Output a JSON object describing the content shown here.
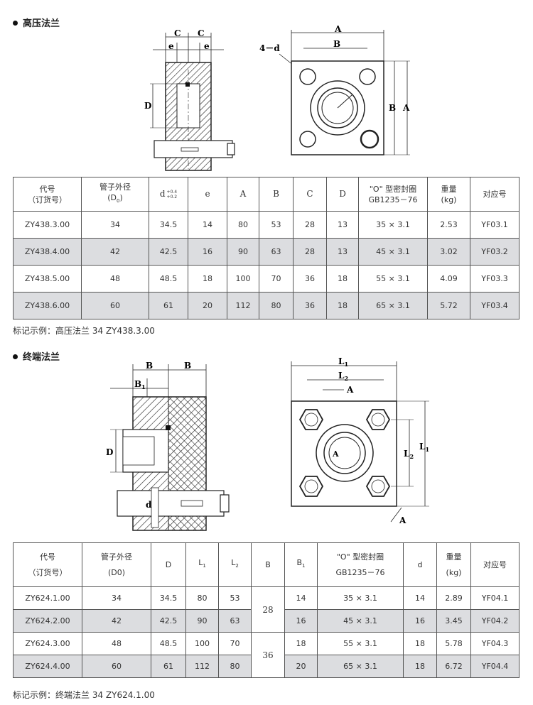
{
  "section1": {
    "title": "高压法兰",
    "drawing_labels": {
      "C": "C",
      "e": "e",
      "D": "D",
      "A": "A",
      "B": "B",
      "holes": "4－d"
    },
    "table": {
      "headers": {
        "code": "代号",
        "code_sub": "（订货号）",
        "tube": "管子外径",
        "tube_sub": "(D",
        "tube_sub_idx": "0",
        "tube_sub_end": ")",
        "d": "d",
        "d_tol_upper": "+0.4",
        "d_tol_lower": "+0.2",
        "e": "e",
        "A": "A",
        "B": "B",
        "C": "C",
        "D": "D",
        "oring": "\"O\" 型密封圈",
        "oring_sub": "GB1235－76",
        "weight": "重量",
        "weight_unit": "(kg)",
        "corr": "对应号"
      },
      "rows": [
        {
          "code": "ZY438.3.00",
          "tube": "34",
          "d": "34.5",
          "e": "14",
          "A": "80",
          "B": "53",
          "C": "28",
          "D": "13",
          "oring": "35 × 3.1",
          "weight": "2.53",
          "corr": "YF03.1"
        },
        {
          "code": "ZY438.4.00",
          "tube": "42",
          "d": "42.5",
          "e": "16",
          "A": "90",
          "B": "63",
          "C": "28",
          "D": "13",
          "oring": "45 × 3.1",
          "weight": "3.02",
          "corr": "YF03.2"
        },
        {
          "code": "ZY438.5.00",
          "tube": "48",
          "d": "48.5",
          "e": "18",
          "A": "100",
          "B": "70",
          "C": "36",
          "D": "18",
          "oring": "55 × 3.1",
          "weight": "4.09",
          "corr": "YF03.3"
        },
        {
          "code": "ZY438.6.00",
          "tube": "60",
          "d": "61",
          "e": "20",
          "A": "112",
          "B": "80",
          "C": "36",
          "D": "18",
          "oring": "65 × 3.1",
          "weight": "5.72",
          "corr": "YF03.4"
        }
      ]
    },
    "example": "标记示例：高压法兰 34    ZY438.3.00"
  },
  "section2": {
    "title": "终端法兰",
    "drawing_labels": {
      "B": "B",
      "B1": "B",
      "B1_idx": "1",
      "D": "D",
      "d": "d",
      "L1": "L",
      "L1_idx": "1",
      "L2": "L",
      "L2_idx": "2",
      "A": "A"
    },
    "table": {
      "headers": {
        "code": "代号",
        "code_sub": "（订货号）",
        "tube": "管子外径",
        "tube_sub": "(D0)",
        "D": "D",
        "L1": "L",
        "L1_idx": "1",
        "L2": "L",
        "L2_idx": "2",
        "B": "B",
        "B1": "B",
        "B1_idx": "1",
        "oring": "\"O\" 型密封圈",
        "oring_sub": "GB1235－76",
        "d": "d",
        "weight": "重量",
        "weight_unit": "(kg)",
        "corr": "对应号"
      },
      "merged_B": [
        "28",
        "36"
      ],
      "rows": [
        {
          "code": "ZY624.1.00",
          "tube": "34",
          "D": "34.5",
          "L1": "80",
          "L2": "53",
          "B1": "14",
          "oring": "35 × 3.1",
          "d": "14",
          "weight": "2.89",
          "corr": "YF04.1"
        },
        {
          "code": "ZY624.2.00",
          "tube": "42",
          "D": "42.5",
          "L1": "90",
          "L2": "63",
          "B1": "16",
          "oring": "45 × 3.1",
          "d": "16",
          "weight": "3.45",
          "corr": "YF04.2"
        },
        {
          "code": "ZY624.3.00",
          "tube": "48",
          "D": "48.5",
          "L1": "100",
          "L2": "70",
          "B1": "18",
          "oring": "55 × 3.1",
          "d": "18",
          "weight": "5.78",
          "corr": "YF04.3"
        },
        {
          "code": "ZY624.4.00",
          "tube": "60",
          "D": "61",
          "L1": "112",
          "L2": "80",
          "B1": "20",
          "oring": "65 × 3.1",
          "d": "18",
          "weight": "6.72",
          "corr": "YF04.4"
        }
      ]
    },
    "example": "标记示例：终端法兰 34    ZY624.1.00"
  }
}
